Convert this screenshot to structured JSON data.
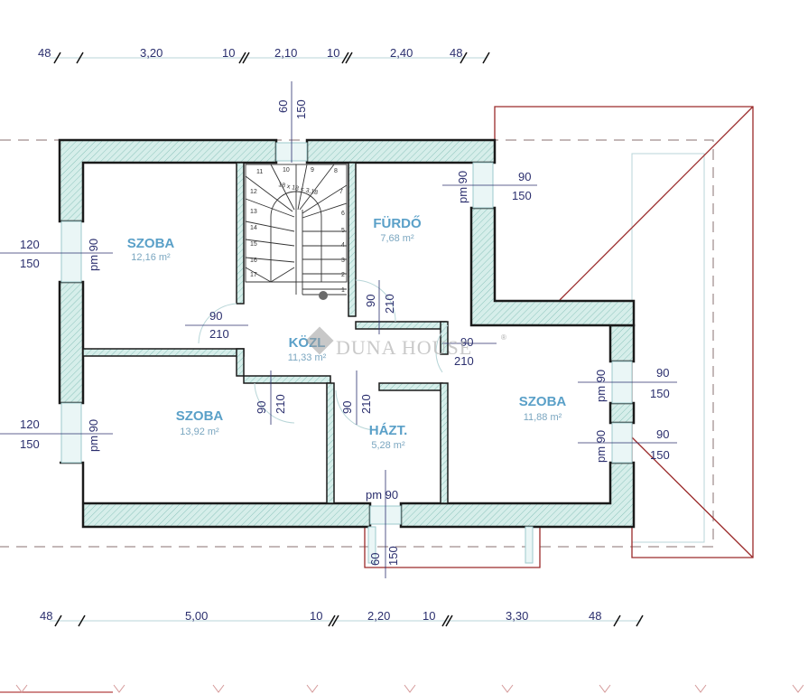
{
  "plan": {
    "type": "floor-plan",
    "watermark": "DUNA HOUSE",
    "watermark_mark": "®",
    "colors": {
      "wall_fill": "#cfe9e6",
      "wall_outline": "#1a1a1a",
      "dimension_text": "#2b2f6e",
      "room_label": "#5aa0c8",
      "area_label": "#7aa6c0",
      "roof_line": "#9a2a2a",
      "dashed_line": "#8a7070"
    }
  },
  "dimensions": {
    "top": [
      "48",
      "3,20",
      "10",
      "2,10",
      "10",
      "2,40",
      "48"
    ],
    "bottom": [
      "48",
      "5,00",
      "10",
      "2,20",
      "10",
      "3,30",
      "48"
    ]
  },
  "rooms": [
    {
      "name": "SZOBA",
      "area": "12,16 m²"
    },
    {
      "name": "FÜRDŐ",
      "area": "7,68 m²"
    },
    {
      "name": "KÖZL",
      "area": "11,33 m²"
    },
    {
      "name": "SZOBA",
      "area": "13,92 m²"
    },
    {
      "name": "HÁZT.",
      "area": "5,28 m²"
    },
    {
      "name": "SZOBA",
      "area": "11,88 m²"
    }
  ],
  "stairs": {
    "label": "18 x 18 = 3,18",
    "steps": [
      "1",
      "2",
      "3",
      "4",
      "5",
      "6",
      "7",
      "8",
      "9",
      "10",
      "11",
      "12",
      "13",
      "14",
      "15",
      "16",
      "17"
    ]
  },
  "openings": {
    "top_window": {
      "w": "60",
      "h": "150"
    },
    "bottom_window": {
      "w": "60",
      "h": "150",
      "pm": "pm 90"
    },
    "left_window_1": {
      "w": "120",
      "h": "150",
      "pm": "pm 90"
    },
    "left_window_2": {
      "w": "120",
      "h": "150",
      "pm": "pm 90"
    },
    "bath_window": {
      "w": "90",
      "h": "150",
      "pm": "pm 90"
    },
    "right_window_1": {
      "w": "90",
      "h": "150",
      "pm": "pm 90"
    },
    "right_window_2": {
      "w": "90",
      "h": "150",
      "pm": "pm 90"
    },
    "door_room1": {
      "w": "90",
      "h": "210"
    },
    "door_bath": {
      "w": "90",
      "h": "210"
    },
    "door_room3": {
      "w": "90",
      "h": "210"
    },
    "door_room2": {
      "w": "90",
      "h": "210"
    },
    "door_pantry": {
      "w": "90",
      "h": "210"
    }
  }
}
